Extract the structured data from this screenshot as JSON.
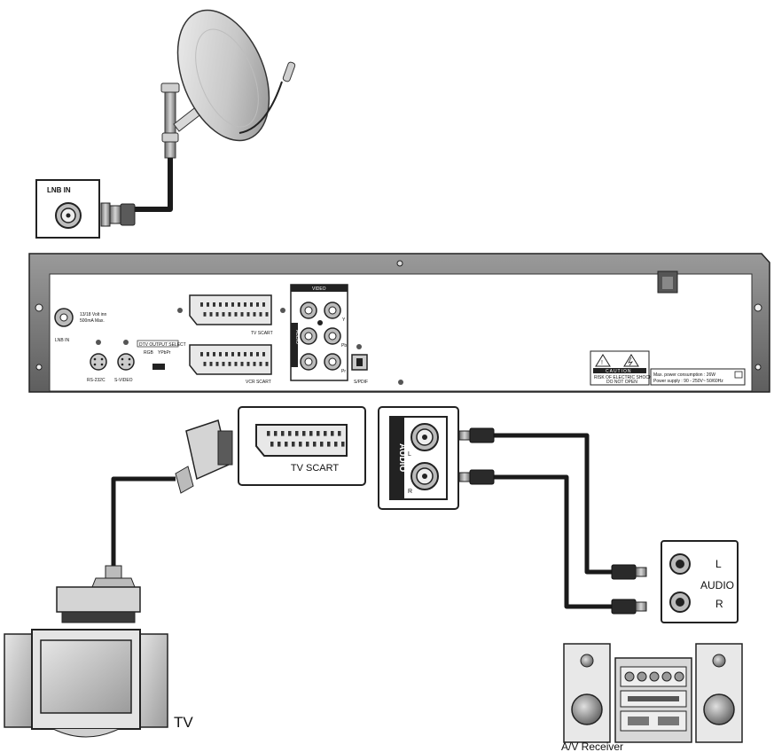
{
  "lnb_box": {
    "label": "LNB IN"
  },
  "receiver_panel": {
    "lnb_label": "LNB IN",
    "lnb_spec_line1": "13/18 Volt inn",
    "lnb_spec_line2": "500mA Max.",
    "rs232_label": "RS-232C",
    "svideo_label": "S-VIDEO",
    "dtv_output_label": "DTV OUTPUT SELECT",
    "rgb_label": "RGB",
    "ypbpr_label": "YPbPr",
    "tv_scart_label": "TV SCART",
    "vcr_scart_label": "VCR SCART",
    "video_label": "VIDEO",
    "audio_vertical_label": "AUDIO",
    "y_label": "Y",
    "pb_label": "Pb",
    "pr_label": "Pr",
    "spdif_label": "S/PDIF",
    "caution_label": "CAUTION",
    "caution_line1": "RISK OF ELECTRIC SHOCK",
    "caution_line2": "DO NOT OPEN",
    "power_line1": "Max. power consumption : 26W",
    "power_line2": "Power supply : 90 - 250V~ 50/60Hz"
  },
  "tv_scart_zoom": {
    "label": "TV SCART"
  },
  "audio_zoom": {
    "vertical_label": "AUDIO",
    "left_label": "L",
    "right_label": "R"
  },
  "amp_audio": {
    "left_label": "L",
    "title": "AUDIO",
    "right_label": "R"
  },
  "tv": {
    "label": "TV"
  },
  "av_receiver": {
    "label": "A/V Receiver"
  }
}
